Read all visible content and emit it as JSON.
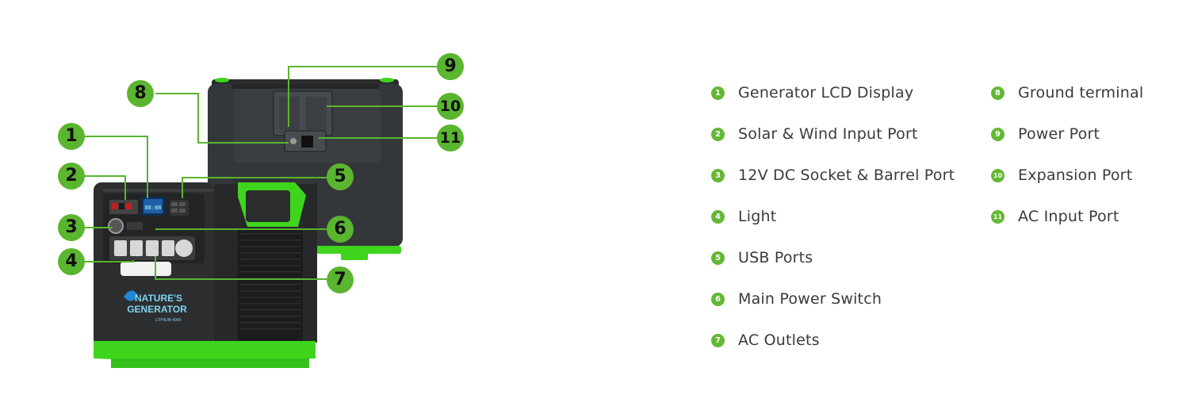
{
  "callouts": [
    {
      "n": "1",
      "label": "Generator LCD Display"
    },
    {
      "n": "2",
      "label": "Solar & Wind Input Port"
    },
    {
      "n": "3",
      "label": "12V DC Socket & Barrel Port"
    },
    {
      "n": "4",
      "label": "Light"
    },
    {
      "n": "5",
      "label": "USB Ports"
    },
    {
      "n": "6",
      "label": "Main Power Switch"
    },
    {
      "n": "7",
      "label": "AC Outlets"
    },
    {
      "n": "8",
      "label": "Ground terminal"
    },
    {
      "n": "9",
      "label": "Power Port"
    },
    {
      "n": "10",
      "label": "Expansion Port"
    },
    {
      "n": "11",
      "label": "AC Input Port"
    }
  ],
  "product": {
    "brand_line1": "NATURE'S",
    "brand_line2": "GENERATOR",
    "model_tag": "LITHIUM 4000",
    "lcd_readout": "88:88"
  },
  "colors": {
    "accent": "#5ab52f",
    "body": "#2c2e30",
    "body_back": "#34373a",
    "bumper": "#3fd51c",
    "text": "#3a3a3a"
  }
}
